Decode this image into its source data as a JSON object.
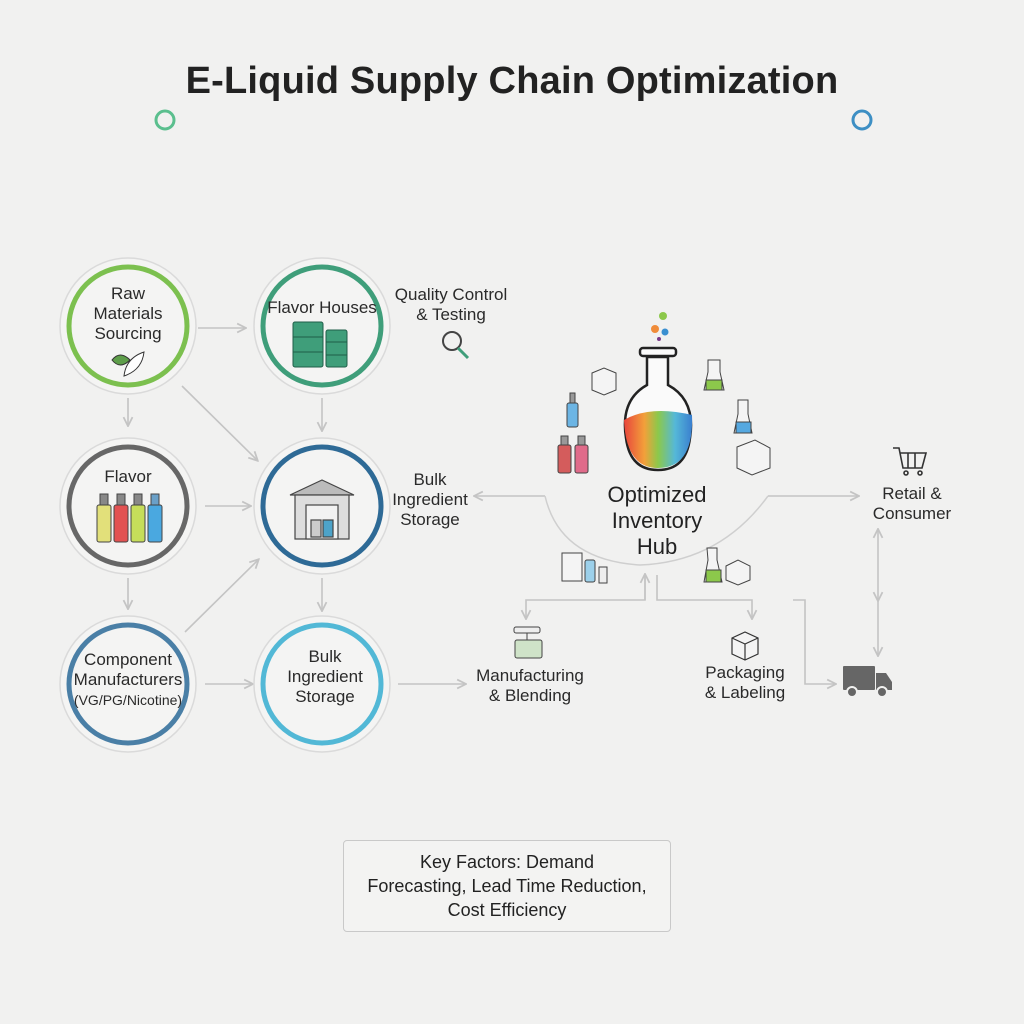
{
  "title": "E-Liquid Supply Chain Optimization",
  "colors": {
    "green": "#7cc04f",
    "teal": "#3f9e7a",
    "gray": "#676767",
    "navy": "#2e6a96",
    "steel": "#4a7fa6",
    "cyan": "#52b8d6",
    "arrow": "#c4c4c4"
  },
  "nodes": {
    "raw": {
      "line1": "Raw",
      "line2": "Materials",
      "line3": "Sourcing",
      "icon": "leaf-icon"
    },
    "flavor_houses": {
      "label": "Flavor Houses",
      "icon": "barrels-icon"
    },
    "flavor": {
      "label": "Flavor",
      "icon": "bottles-icon"
    },
    "warehouse": {
      "icon": "warehouse-icon"
    },
    "component": {
      "line1": "Component",
      "line2": "Manufacturers",
      "line3": "(VG/PG/Nicotine)"
    },
    "bulk": {
      "line1": "Bulk",
      "line2": "Ingredient",
      "line3": "Storage"
    }
  },
  "labels": {
    "quality": {
      "line1": "Quality Control",
      "line2": "& Testing",
      "icon": "magnifier-icon"
    },
    "bulk_storage": {
      "line1": "Bulk",
      "line2": "Ingredient",
      "line3": "Storage"
    },
    "hub": {
      "line1": "Optimized",
      "line2": "Inventory",
      "line3": "Hub",
      "icon": "flask-icon"
    },
    "retail": {
      "line1": "Retail &",
      "line2": "Consumer",
      "icon": "cart-icon"
    },
    "manufacturing": {
      "line1": "Manufacturing",
      "line2": "& Blending",
      "icon": "mixer-icon"
    },
    "packaging": {
      "line1": "Packaging",
      "line2": "& Labeling",
      "icon": "box-icon"
    },
    "delivery": {
      "icon": "truck-icon"
    }
  },
  "key_factors": {
    "line1": "Key Factors: Demand",
    "line2": "Forecasting, Lead Time Reduction,",
    "line3": "Cost Efficiency"
  }
}
